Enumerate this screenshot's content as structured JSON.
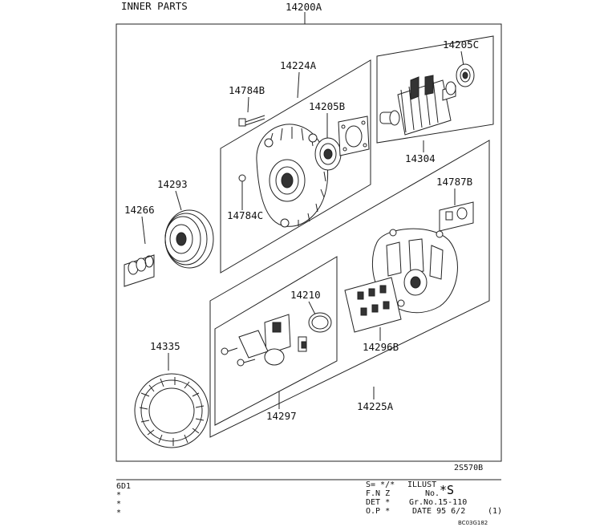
{
  "header": {
    "section_title": "INNER PARTS",
    "assembly_number": "14200A"
  },
  "parts": {
    "p14205C": "14205C",
    "p14224A": "14224A",
    "p14784B": "14784B",
    "p14205B": "14205B",
    "p14304": "14304",
    "p14293": "14293",
    "p14266": "14266",
    "p14784C": "14784C",
    "p14787B": "14787B",
    "p14210": "14210",
    "p14335": "14335",
    "p14296B": "14296B",
    "p14297": "14297",
    "p14225A": "14225A"
  },
  "figure_code": "2S570B",
  "footer": {
    "left_code": "6D1",
    "left_marks": [
      "*",
      "*",
      "*"
    ],
    "s_field": "S= */*",
    "illust_label": "ILLUST",
    "no_label": "No.",
    "illust_no": "*S",
    "fnz_label": "F.N Z",
    "det_label": "DET *",
    "gr_no": "Gr.No.15-110",
    "op_label": "O.P *",
    "date_text": "DATE 95 6/2",
    "page_ref": "(1)",
    "bottom_code": "BC03G182"
  }
}
